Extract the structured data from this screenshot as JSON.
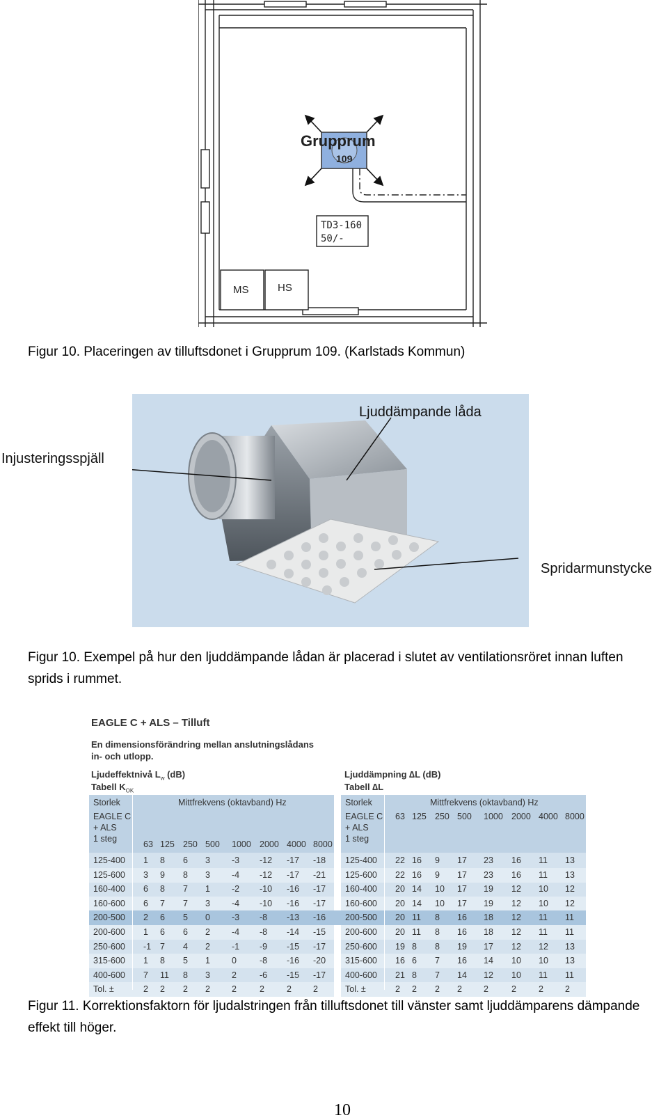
{
  "figure_plan": {
    "room_label": "Grupprum",
    "room_number": "109",
    "device_tag_line1": "TD3-160",
    "device_tag_line2": "50/-",
    "cabinet_labels": [
      "MS",
      "HS"
    ]
  },
  "caption_fig10a": "Figur 10. Placeringen av tilluftsdonet i Grupprum 109. (Karlstads Kommun)",
  "photo": {
    "label_box": "Ljuddämpande låda",
    "label_damper": "Injusteringsspjäll",
    "label_nozzle": "Spridarmunstycke"
  },
  "caption_fig10b": "Figur 10. Exempel på hur den ljuddämpande lådan är placerad i slutet av ventilationsröret innan luften sprids i rummet.",
  "tables": {
    "title": "EAGLE C + ALS – Tilluft",
    "subtitle_line1": "En dimensionsförändring mellan anslutningslådans",
    "subtitle_line2": "in- och utlopp.",
    "left": {
      "heading1": "Ljudeffektnivå L",
      "heading1_sub": "w",
      "heading1_unit": "(dB)",
      "heading2": "Tabell K",
      "heading2_sub": "OK",
      "col_size": "Storlek",
      "col_freq": "Mittfrekvens (oktavband) Hz",
      "product_line1": "EAGLE  C",
      "product_line2": "+ ALS",
      "product_line3": "1 steg",
      "freqs": [
        "63",
        "125",
        "250",
        "500",
        "1000",
        "2000",
        "4000",
        "8000"
      ],
      "rows": [
        {
          "size": "125-400",
          "v": [
            "1",
            "8",
            "6",
            "3",
            "-3",
            "-12",
            "-17",
            "-18"
          ]
        },
        {
          "size": "125-600",
          "v": [
            "3",
            "9",
            "8",
            "3",
            "-4",
            "-12",
            "-17",
            "-21"
          ]
        },
        {
          "size": "160-400",
          "v": [
            "6",
            "8",
            "7",
            "1",
            "-2",
            "-10",
            "-16",
            "-17"
          ]
        },
        {
          "size": "160-600",
          "v": [
            "6",
            "7",
            "7",
            "3",
            "-4",
            "-10",
            "-16",
            "-17"
          ]
        },
        {
          "size": "200-500",
          "v": [
            "2",
            "6",
            "5",
            "0",
            "-3",
            "-8",
            "-13",
            "-16"
          ]
        },
        {
          "size": "200-600",
          "v": [
            "1",
            "6",
            "6",
            "2",
            "-4",
            "-8",
            "-14",
            "-15"
          ]
        },
        {
          "size": "250-600",
          "v": [
            "-1",
            "7",
            "4",
            "2",
            "-1",
            "-9",
            "-15",
            "-17"
          ]
        },
        {
          "size": "315-600",
          "v": [
            "1",
            "8",
            "5",
            "1",
            "0",
            "-8",
            "-16",
            "-20"
          ]
        },
        {
          "size": "400-600",
          "v": [
            "7",
            "11",
            "8",
            "3",
            "2",
            "-6",
            "-15",
            "-17"
          ]
        },
        {
          "size": "Tol. ±",
          "v": [
            "2",
            "2",
            "2",
            "2",
            "2",
            "2",
            "2",
            "2"
          ]
        }
      ]
    },
    "right": {
      "heading1": "Ljuddämpning ∆L (dB)",
      "heading2": "Tabell ∆L",
      "col_size": "Storlek",
      "col_freq": "Mittfrekvens (oktavband) Hz",
      "product_line1": "EAGLE C",
      "product_line2": "+ ALS",
      "product_line3": "1 steg",
      "freqs": [
        "63",
        "125",
        "250",
        "500",
        "1000",
        "2000",
        "4000",
        "8000"
      ],
      "rows": [
        {
          "size": "125-400",
          "v": [
            "22",
            "16",
            "9",
            "17",
            "23",
            "16",
            "11",
            "13"
          ]
        },
        {
          "size": "125-600",
          "v": [
            "22",
            "16",
            "9",
            "17",
            "23",
            "16",
            "11",
            "13"
          ]
        },
        {
          "size": "160-400",
          "v": [
            "20",
            "14",
            "10",
            "17",
            "19",
            "12",
            "10",
            "12"
          ]
        },
        {
          "size": "160-600",
          "v": [
            "20",
            "14",
            "10",
            "17",
            "19",
            "12",
            "10",
            "12"
          ]
        },
        {
          "size": "200-500",
          "v": [
            "20",
            "11",
            "8",
            "16",
            "18",
            "12",
            "11",
            "11"
          ]
        },
        {
          "size": "200-600",
          "v": [
            "20",
            "11",
            "8",
            "16",
            "18",
            "12",
            "11",
            "11"
          ]
        },
        {
          "size": "250-600",
          "v": [
            "19",
            "8",
            "8",
            "19",
            "17",
            "12",
            "12",
            "13"
          ]
        },
        {
          "size": "315-600",
          "v": [
            "16",
            "6",
            "7",
            "16",
            "14",
            "10",
            "10",
            "13"
          ]
        },
        {
          "size": "400-600",
          "v": [
            "21",
            "8",
            "7",
            "14",
            "12",
            "10",
            "11",
            "11"
          ]
        },
        {
          "size": "Tol. ±",
          "v": [
            "2",
            "2",
            "2",
            "2",
            "2",
            "2",
            "2",
            "2"
          ]
        }
      ]
    }
  },
  "caption_fig11": "Figur 11. Korrektionsfaktorn för ljudalstringen från tilluftsdonet till vänster samt ljuddämparens dämpande effekt till höger.",
  "page_number": "10"
}
